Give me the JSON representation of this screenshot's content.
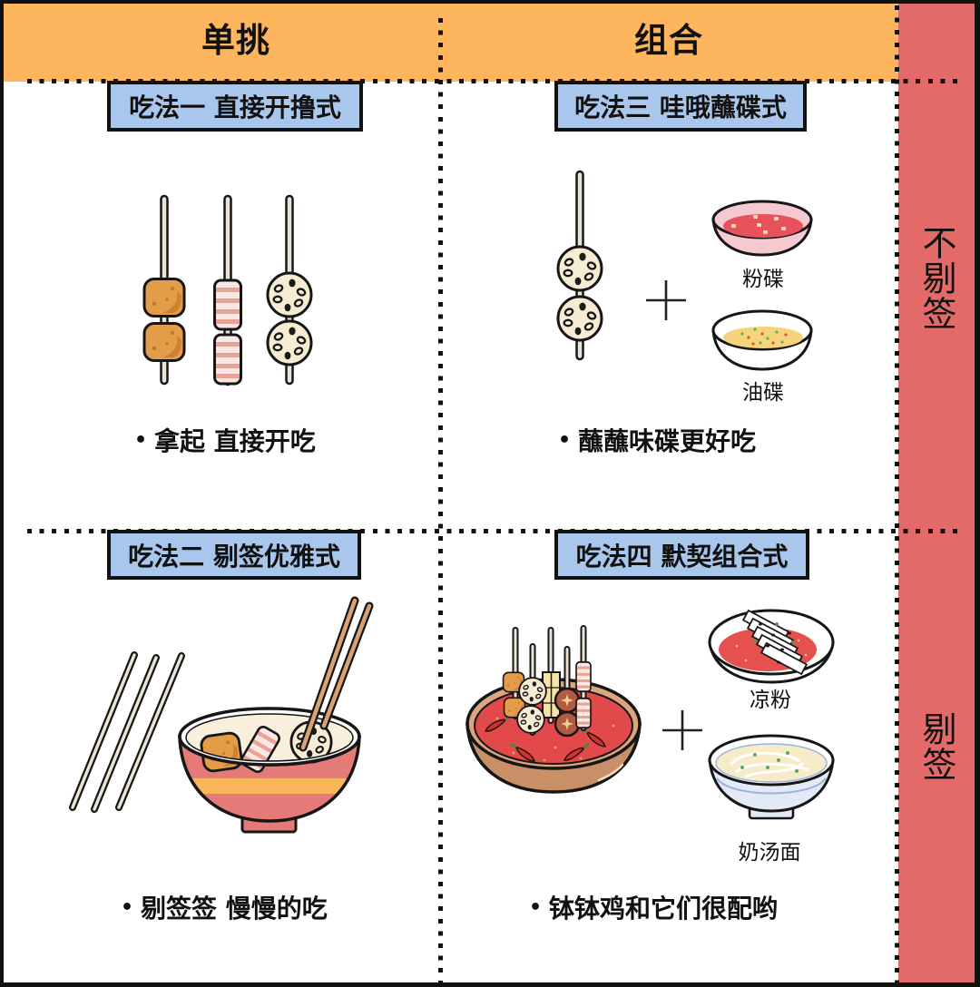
{
  "header": {
    "columns": [
      {
        "label": "单挑"
      },
      {
        "label": "组合"
      }
    ]
  },
  "side": {
    "rows": [
      {
        "label": "不剔签"
      },
      {
        "label": "剔签"
      }
    ]
  },
  "bullet_glyph": "•",
  "quadrants": {
    "top_left": {
      "title": "吃法一 直接开撸式",
      "bullet": "拿起 直接开吃",
      "illustration": [
        "skewer-fishball-icon",
        "skewer-pork-belly-icon",
        "skewer-lotus-root-icon"
      ]
    },
    "top_right": {
      "title": "吃法三 哇哦蘸碟式",
      "bullet": "蘸蘸味碟更好吃",
      "captions": [
        "粉碟",
        "油碟"
      ],
      "illustration": [
        "skewer-lotus-root-icon",
        "plus-icon",
        "chili-powder-dip-bowl-icon",
        "oil-dip-bowl-icon"
      ]
    },
    "bottom_left": {
      "title": "吃法二 剔签优雅式",
      "bullet": "剔签签 慢慢的吃",
      "illustration": [
        "empty-skewer-sticks-icon",
        "rice-bowl-icon",
        "chopsticks-icon"
      ]
    },
    "bottom_right": {
      "title": "吃法四 默契组合式",
      "bullet": "钵钵鸡和它们很配哟",
      "captions": [
        "凉粉",
        "奶汤面"
      ],
      "illustration": [
        "bobo-chicken-pot-icon",
        "plus-icon",
        "cold-jelly-noodles-plate-icon",
        "milk-broth-noodle-bowl-icon"
      ]
    }
  },
  "colors": {
    "header_band": "#FDB55E",
    "side_band": "#E46A6A",
    "label_box": "#A9C6EC",
    "outline": "#111111",
    "background": "#FFFFFF"
  }
}
